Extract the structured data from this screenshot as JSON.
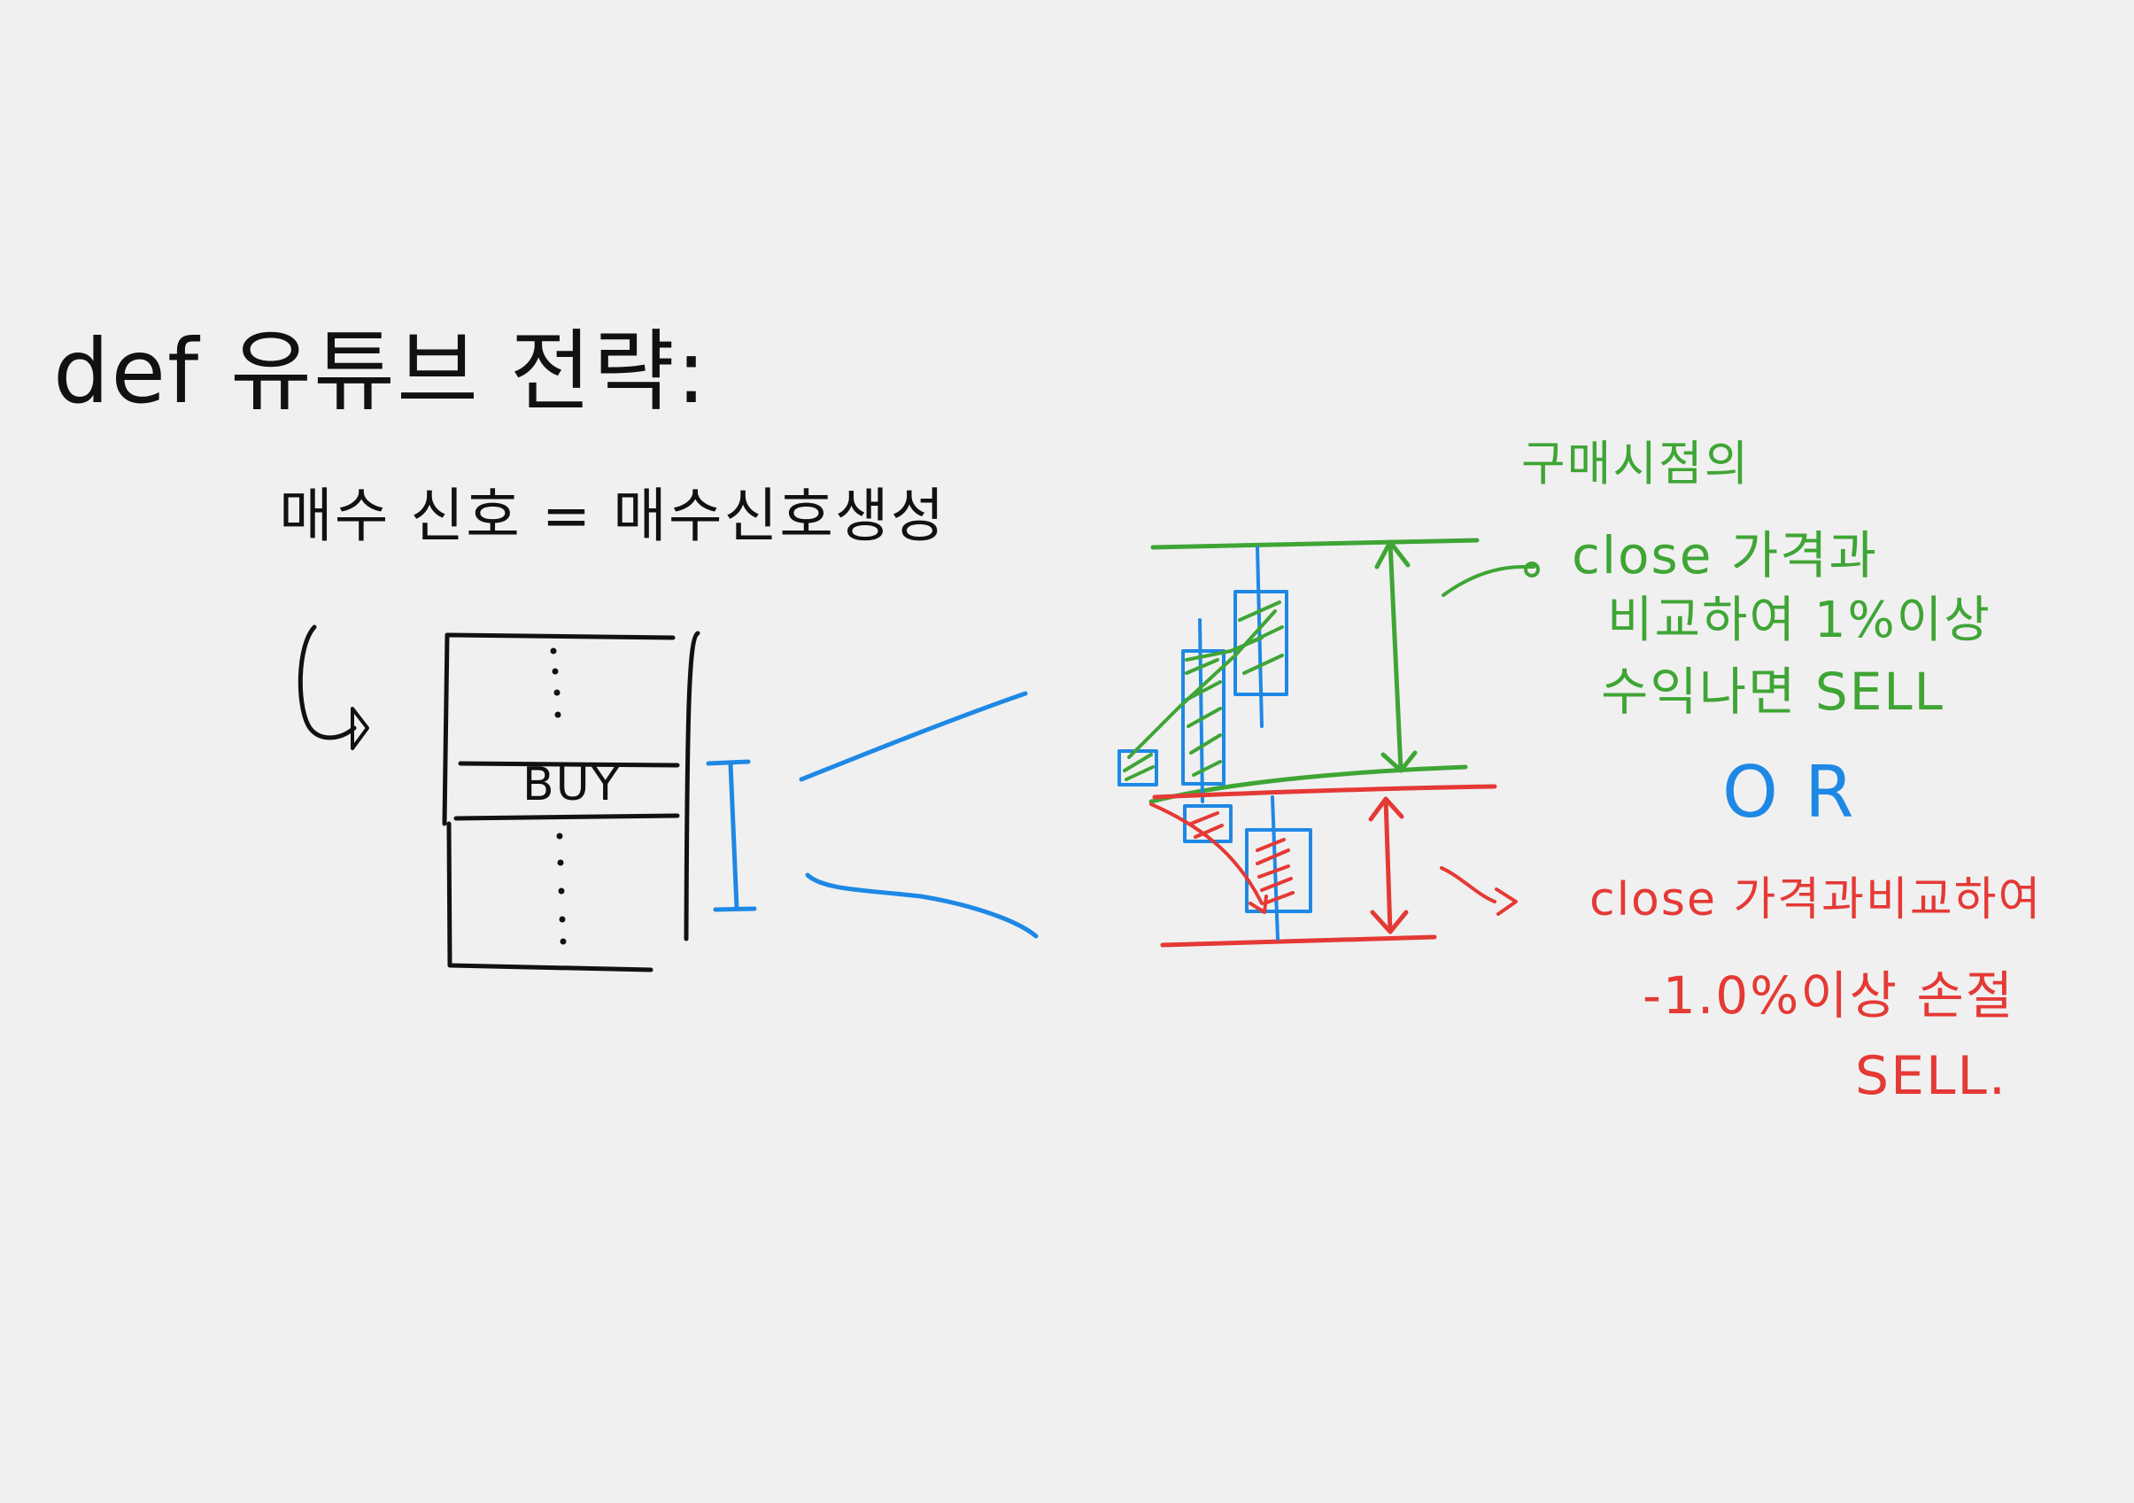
{
  "colors": {
    "background": "#f0f0f0",
    "ink_black": "#111111",
    "ink_green": "#3fa535",
    "ink_blue": "#1e88e5",
    "ink_red": "#e53935"
  },
  "black_notes": {
    "def_line": "def 유튜브 전략:",
    "signal_line": "매수 신호 = 매수신호생성",
    "buy_label": "BUY"
  },
  "green_notes": {
    "line1": "구매시점의",
    "line2": "close 가격과",
    "line3": "비교하여 1%이상",
    "line4": "수익나면 SELL"
  },
  "or_text": "OR",
  "red_notes": {
    "line1": "close 가격과비교하여",
    "line2": "-1.0%이상 손절",
    "line3": "SELL."
  }
}
